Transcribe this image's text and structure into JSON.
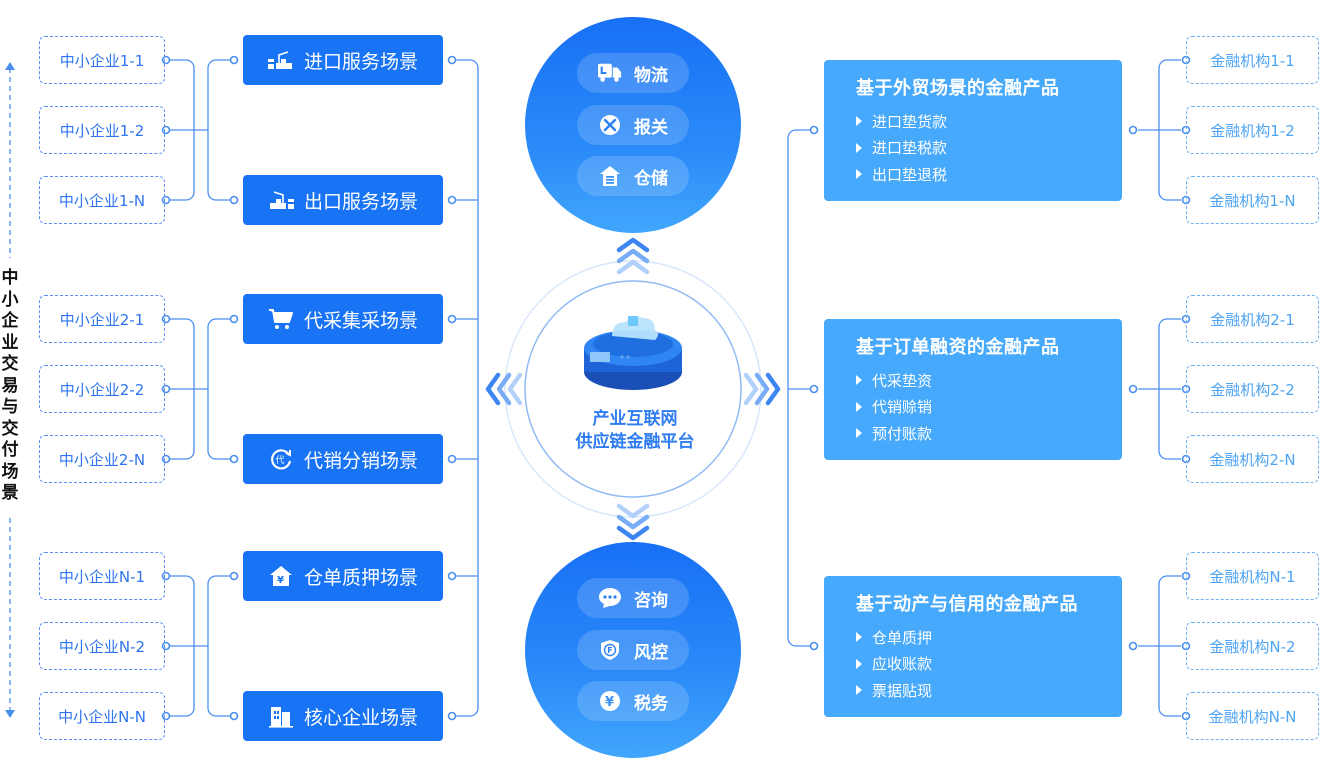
{
  "colors": {
    "primary": "#1873f5",
    "product_bg": "#47a9fb",
    "line": "#4a8ff0",
    "sme_text": "#2f74f0",
    "fin_text": "#4ea4f2"
  },
  "side_title": "中小企业交易与交付场景",
  "sme_groups": [
    {
      "items": [
        "中小企业1-1",
        "中小企业1-2",
        "中小企业1-N"
      ]
    },
    {
      "items": [
        "中小企业2-1",
        "中小企业2-2",
        "中小企业2-N"
      ]
    },
    {
      "items": [
        "中小企业N-1",
        "中小企业N-2",
        "中小企业N-N"
      ]
    }
  ],
  "scenarios": [
    {
      "label": "进口服务场景",
      "icon": "import-crane-icon"
    },
    {
      "label": "出口服务场景",
      "icon": "export-crane-icon"
    },
    {
      "label": "代采集采场景",
      "icon": "shopping-cart-icon"
    },
    {
      "label": "代销分销场景",
      "icon": "consignment-icon"
    },
    {
      "label": "仓单质押场景",
      "icon": "warehouse-yuan-icon"
    },
    {
      "label": "核心企业场景",
      "icon": "building-icon"
    }
  ],
  "top_services": [
    {
      "label": "物流",
      "icon": "truck-icon"
    },
    {
      "label": "报关",
      "icon": "customs-tools-icon"
    },
    {
      "label": "仓储",
      "icon": "warehouse-icon"
    }
  ],
  "bottom_services": [
    {
      "label": "咨询",
      "icon": "chat-bubble-icon"
    },
    {
      "label": "风控",
      "icon": "risk-shield-icon"
    },
    {
      "label": "税务",
      "icon": "yuan-coin-icon"
    }
  ],
  "platform": {
    "line1": "产业互联网",
    "line2": "供应链金融平台"
  },
  "products": [
    {
      "title": "基于外贸场景的金融产品",
      "items": [
        "进口垫货款",
        "进口垫税款",
        "出口垫退税"
      ]
    },
    {
      "title": "基于订单融资的金融产品",
      "items": [
        "代采垫资",
        "代销赊销",
        "预付账款"
      ]
    },
    {
      "title": "基于动产与信用的金融产品",
      "items": [
        "仓单质押",
        "应收账款",
        "票据贴现"
      ]
    }
  ],
  "fin_groups": [
    {
      "items": [
        "金融机构1-1",
        "金融机构1-2",
        "金融机构1-N"
      ]
    },
    {
      "items": [
        "金融机构2-1",
        "金融机构2-2",
        "金融机构2-N"
      ]
    },
    {
      "items": [
        "金融机构N-1",
        "金融机构N-2",
        "金融机构N-N"
      ]
    }
  ]
}
